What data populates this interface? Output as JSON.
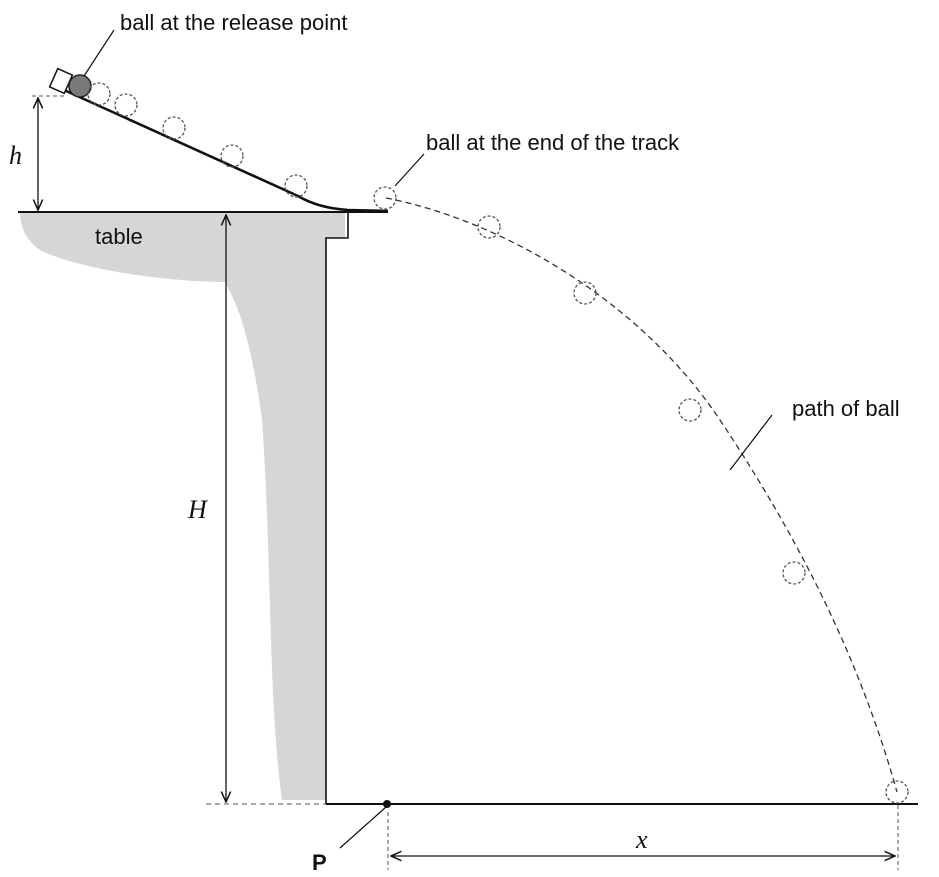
{
  "labels": {
    "release_point": "ball at the release point",
    "end_of_track": "ball at the end of the track",
    "path_of_ball": "path of ball",
    "table": "table",
    "height_h": "h",
    "height_H": "H",
    "distance_x": "x",
    "point_P": "P"
  },
  "colors": {
    "line": "#111111",
    "shadow": "#d6d6d6",
    "ball_fill": "#7a7a7a",
    "ghost": "#555555"
  }
}
